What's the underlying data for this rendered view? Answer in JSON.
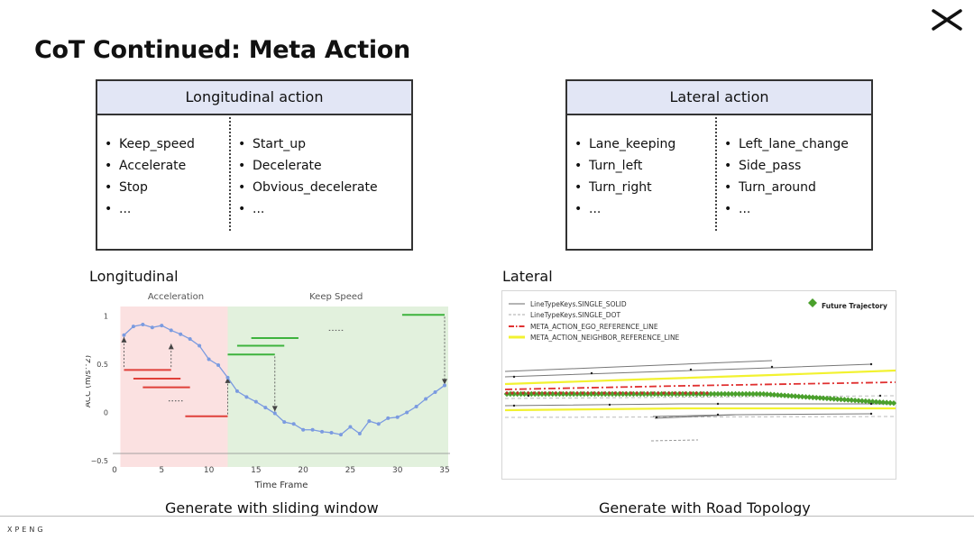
{
  "slide": {
    "title": "CoT Continued: Meta Action",
    "brand": "XPENG"
  },
  "longitudinal_box": {
    "header": "Longitudinal action",
    "left_items": [
      "Keep_speed",
      "Accelerate",
      "Stop",
      "..."
    ],
    "right_items": [
      "Start_up",
      "Decelerate",
      "Obvious_decelerate",
      "..."
    ]
  },
  "lateral_box": {
    "header": "Lateral action",
    "left_items": [
      "Lane_keeping",
      "Turn_left",
      "Turn_right",
      "..."
    ],
    "right_items": [
      "Left_lane_change",
      "Side_pass",
      "Turn_around",
      "..."
    ]
  },
  "longitudinal_section": {
    "label": "Longitudinal",
    "caption": "Generate with sliding window"
  },
  "lateral_section": {
    "label": "Lateral",
    "caption": "Generate with Road Topology"
  },
  "colors": {
    "header_fill": "#e2e6f5",
    "accel_region": "#fbe1e1",
    "keep_region": "#e2f1dd",
    "line_blue": "#7b9be0",
    "red_seg": "#e0403a",
    "green_seg": "#3db33d",
    "future_traj": "#4aa02c",
    "ego_ref": "#e03030",
    "neighbor_ref": "#f2f230"
  },
  "chart_data": [
    {
      "type": "line",
      "region_labels": [
        "Acceleration",
        "Keep Speed"
      ],
      "xlabel": "Time Frame",
      "ylabel": "ACC (m/s^2)",
      "xlim": [
        0,
        35
      ],
      "ylim": [
        -0.5,
        1.05
      ],
      "xticks": [
        "0",
        "5",
        "10",
        "15",
        "20",
        "25",
        "30",
        "35"
      ],
      "yticks": [
        "1",
        "0.5",
        "0",
        "−0.5"
      ],
      "regions": [
        {
          "label": "Acceleration",
          "x_start": 1,
          "x_end": 12
        },
        {
          "label": "Keep Speed",
          "x_start": 12,
          "x_end": 35
        }
      ],
      "series": [
        {
          "x": [
            1,
            2,
            3,
            4,
            5,
            6,
            7,
            8,
            9,
            10,
            11,
            12,
            13,
            14,
            15,
            16,
            17,
            18,
            19,
            20,
            21,
            22,
            23,
            24,
            25,
            26,
            27,
            28,
            29,
            30,
            31,
            32,
            33,
            34,
            35
          ],
          "values": [
            0.8,
            0.89,
            0.91,
            0.88,
            0.9,
            0.85,
            0.81,
            0.76,
            0.69,
            0.55,
            0.49,
            0.36,
            0.22,
            0.16,
            0.11,
            0.05,
            -0.01,
            -0.1,
            -0.12,
            -0.18,
            -0.18,
            -0.2,
            -0.21,
            -0.23,
            -0.15,
            -0.22,
            -0.09,
            -0.12,
            -0.06,
            -0.05,
            0.0,
            0.06,
            0.14,
            0.21,
            0.28
          ]
        }
      ],
      "red_segments": [
        {
          "x1": 1,
          "x2": 6,
          "y": 0.44
        },
        {
          "x1": 2,
          "x2": 7,
          "y": 0.35
        },
        {
          "x1": 3,
          "x2": 8,
          "y": 0.26
        },
        {
          "x1": 7.5,
          "x2": 12,
          "y": -0.04
        }
      ],
      "green_segments": [
        {
          "x1": 12,
          "x2": 17,
          "y": 0.6
        },
        {
          "x1": 13,
          "x2": 18,
          "y": 0.69
        },
        {
          "x1": 14.5,
          "x2": 19.5,
          "y": 0.77
        },
        {
          "x1": 30.5,
          "x2": 35,
          "y": 1.01
        }
      ],
      "dotted_marks": [
        {
          "x": 6.5,
          "y": 0.12
        },
        {
          "x": 23.5,
          "y": 0.85
        }
      ],
      "arrows": [
        {
          "x": 1,
          "y_from": 0.47,
          "y_to": 0.78
        },
        {
          "x": 6,
          "y_from": 0.47,
          "y_to": 0.71
        },
        {
          "x": 12,
          "y_from": -0.02,
          "y_to": 0.36
        },
        {
          "x": 17,
          "y_from": 0.58,
          "y_to": 0.01
        },
        {
          "x": 35,
          "y_from": 0.99,
          "y_to": 0.29
        }
      ]
    },
    {
      "type": "scatter",
      "legend": [
        {
          "name": "LineTypeKeys.SINGLE_SOLID",
          "style": "solid",
          "color": "#888888"
        },
        {
          "name": "LineTypeKeys.SINGLE_DOT",
          "style": "dashed",
          "color": "#bbbbbb"
        },
        {
          "name": "META_ACTION_EGO_REFERENCE_LINE",
          "style": "dashdot",
          "color": "#e03030"
        },
        {
          "name": "META_ACTION_NEIGHBOR_REFERENCE_LINE",
          "style": "solid",
          "color": "#f2f230"
        },
        {
          "name": "Future Trajectory",
          "style": "diamond",
          "color": "#4aa02c"
        }
      ],
      "legend_placement": "top"
    }
  ]
}
